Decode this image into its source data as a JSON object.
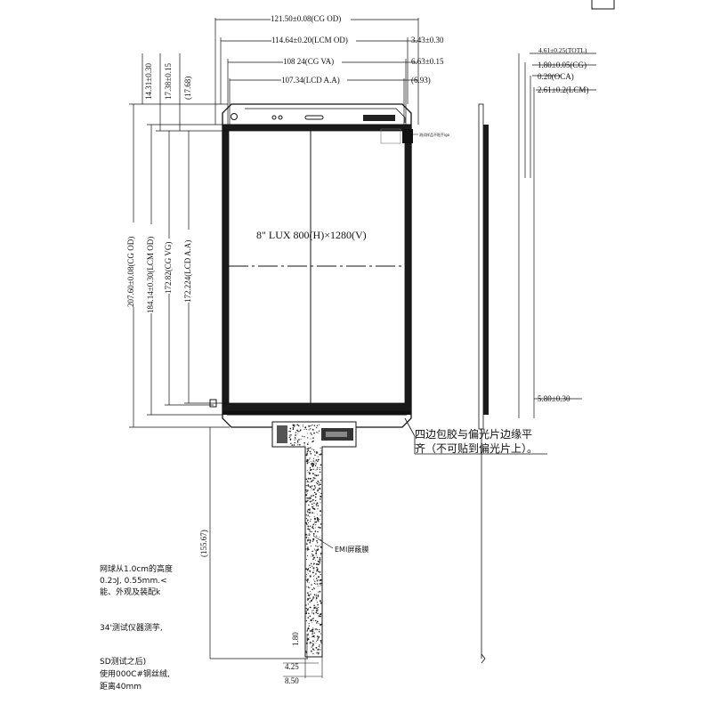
{
  "top_dimensions": {
    "cg_od": "121.50±0.08(CG OD)",
    "lcm_od": "114.64±0.20(LCM OD)",
    "lcm_offset": "3.43±0.30",
    "cg_va": "108 24(CG VA)",
    "cg_va_offset": "6.63±0.15",
    "lcd_aa": "107.34(LCD A.A)",
    "lcd_aa_offset": "(6.93)"
  },
  "left_dimensions": {
    "d1": "14.31±0.30",
    "d2": "17.38±0.15",
    "d3": "(17.68)",
    "cg_od": "207.60±0.08(CG OD)",
    "lcm_od": "184.14±0.30(LCM OD)",
    "cg_vg": "172.82(CG VG)",
    "lcd_aa": "172.224(LCD A.A)"
  },
  "panel_title": "8\" LUX 800(H)×1280(V)",
  "fpc_label_small": "测试样品不贴手igo",
  "fpc": {
    "length": "(155.67)",
    "emi_label": "EMI屏蔽膜",
    "d_180": "1.80",
    "d_425": "4.25",
    "d_850": "8.50"
  },
  "side_view": {
    "total": "4.61±0.25(TOTL)",
    "cg": "1.80±0.05(CG)",
    "oca": "0.20(OCA)",
    "lcm": "2.61±0.2(LCM)",
    "bottom": "5.80±0.30"
  },
  "callout_note": {
    "line1": "四边包胶与偏光片边缘平",
    "line2": "齐（不可贴到偏光片上）。"
  },
  "left_notes": [
    "网球从1.0cm的高度",
    "0.2ↄJ, 0.55mm.<",
    "能、外观及装配k",
    "34'测试仪器测芋,",
    "SD测试之后)",
    "使用000C#钢丝绒,",
    "距离40mm"
  ],
  "colors": {
    "line": "#111111",
    "panel": "#222222",
    "dim_line": "#555555"
  }
}
